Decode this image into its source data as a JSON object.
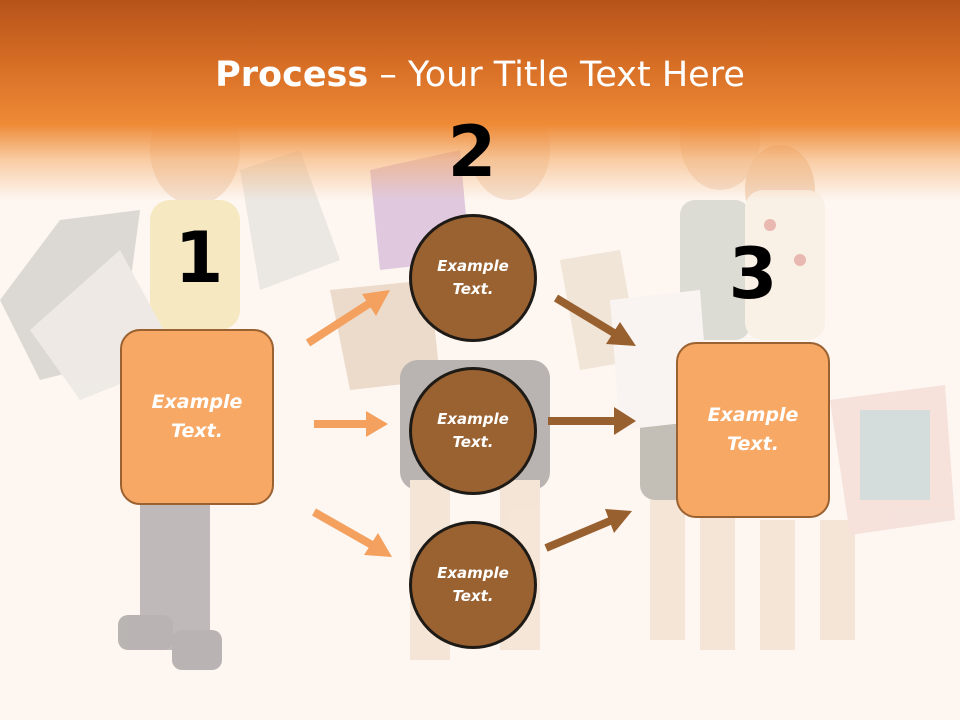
{
  "title": {
    "bold": "Process",
    "rest": " – Your Title Text Here"
  },
  "steps": [
    {
      "number": "1",
      "label": "Example Text."
    },
    {
      "number": "2",
      "label": ""
    },
    {
      "number": "3",
      "label": "Example Text."
    }
  ],
  "middle_nodes": [
    {
      "label": "Example Text."
    },
    {
      "label": "Example Text."
    },
    {
      "label": "Example Text."
    }
  ],
  "colors": {
    "header": "#e8812f",
    "box_fill": "#f7a865",
    "box_border": "#9a6131",
    "circle_fill": "#9a6131",
    "arrow_light": "#f4a05e",
    "arrow_dark": "#99602f"
  }
}
